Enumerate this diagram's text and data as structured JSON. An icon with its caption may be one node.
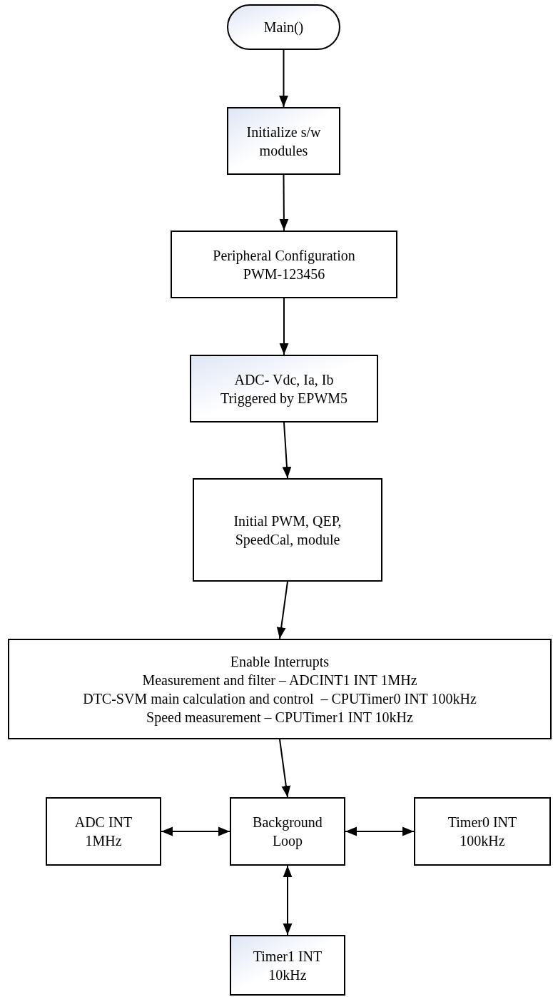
{
  "diagram": {
    "nodes": [
      {
        "text": [
          "Main()"
        ]
      },
      {
        "text": [
          "Initialize s/w modules"
        ]
      },
      {
        "text": [
          "Peripheral Configuration",
          "PWM-123456"
        ]
      },
      {
        "text": [
          "ADC- Vdc, Ia, Ib",
          "Triggered by EPWM5"
        ]
      },
      {
        "text": [
          "Initial PWM, QEP, SpeedCal, module"
        ]
      },
      {
        "text": [
          "Enable Interrupts",
          "Measurement and filter – ADCINT1 INT 1MHz",
          "DTC-SVM main calculation and control  – CPUTimer0 INT 100kHz",
          "Speed measurement – CPUTimer1 INT 10kHz"
        ]
      },
      {
        "text": [
          "ADC INT",
          "1MHz"
        ]
      },
      {
        "text": [
          "Background Loop"
        ]
      },
      {
        "text": [
          "Timer0 INT",
          "100kHz"
        ]
      },
      {
        "text": [
          "Timer1 INT",
          "10kHz"
        ]
      }
    ],
    "edges": [
      {
        "from": 0,
        "to": 1,
        "arrow": "to"
      },
      {
        "from": 1,
        "to": 2,
        "arrow": "to"
      },
      {
        "from": 2,
        "to": 3,
        "arrow": "to"
      },
      {
        "from": 3,
        "to": 4,
        "arrow": "to"
      },
      {
        "from": 4,
        "to": 5,
        "arrow": "to"
      },
      {
        "from": 5,
        "to": 7,
        "arrow": "to"
      },
      {
        "from": 6,
        "to": 7,
        "arrow": "both"
      },
      {
        "from": 7,
        "to": 8,
        "arrow": "both"
      },
      {
        "from": 7,
        "to": 9,
        "arrow": "both"
      }
    ]
  }
}
